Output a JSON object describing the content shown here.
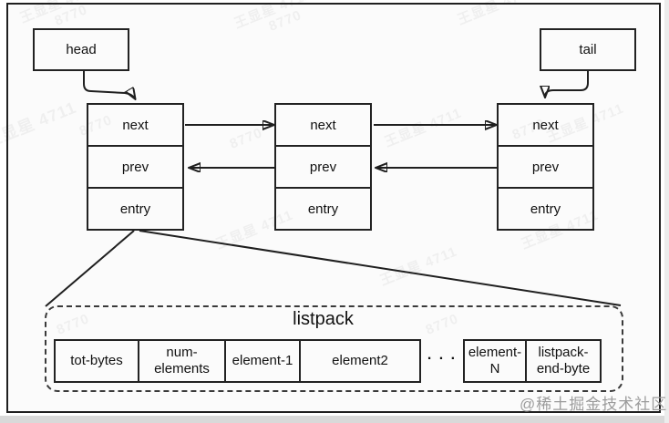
{
  "diagram": {
    "head": {
      "label": "head"
    },
    "tail": {
      "label": "tail"
    },
    "nodes": [
      {
        "cells": [
          "next",
          "prev",
          "entry"
        ]
      },
      {
        "cells": [
          "next",
          "prev",
          "entry"
        ]
      },
      {
        "cells": [
          "next",
          "prev",
          "entry"
        ]
      }
    ],
    "listpack": {
      "title": "listpack",
      "header_cells": [
        "tot-bytes",
        "num-elements",
        "element-1",
        "element2"
      ],
      "ellipsis": ". . .",
      "tail_cells": [
        "element-N",
        "listpack-end-byte"
      ]
    }
  },
  "watermarks": {
    "credit": "@稀土掘金技术社区",
    "stamp_line1": "王显星 4711",
    "stamp_line2": "8770"
  },
  "colors": {
    "line": "#1f1f1f",
    "canvas": "#fbfbfb",
    "credit_gray": "#9c9c9c"
  }
}
